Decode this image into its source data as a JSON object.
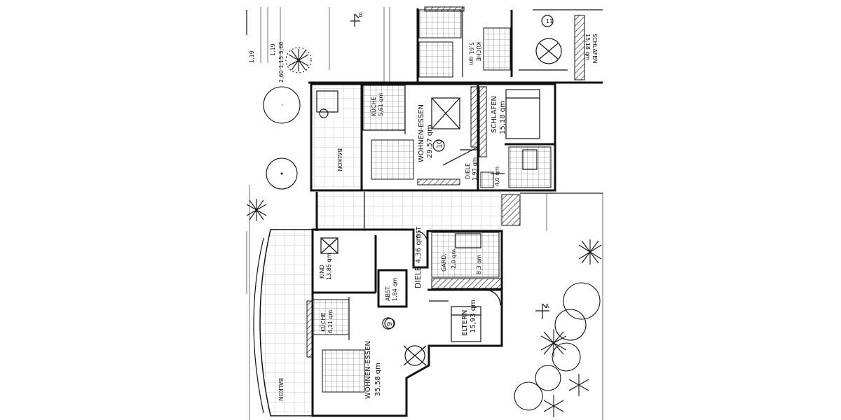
{
  "unit_10": {
    "number": "10",
    "wohnen_name": "WOHNEN-ESSEN",
    "wohnen_area": "29,57 qm",
    "kueche_name": "KÜCHE",
    "kueche_area": "5,61 qm",
    "schlafen_name": "SCHLAFEN",
    "schlafen_area": "15,18 qm",
    "diele_name": "DIELE",
    "diele_area": "1,97 qm",
    "bad_area": "4,0 qm",
    "balkon": "BALKON"
  },
  "unit_9": {
    "number": "9",
    "wohnen_name": "WOHNEN-ESSEN",
    "wohnen_area": "35,58 qm",
    "kueche_name": "KÜCHE",
    "kueche_area": "6,11 qm",
    "kind_name": "KIND",
    "kind_area": "13,85 qm",
    "abst_name": "ABST.",
    "abst_area": "1,84 qm",
    "diele_name": "DIELE",
    "diele_area": "4,36 qm",
    "eltern_name": "ELTERN",
    "eltern_area": "15,93 qm",
    "bad_area": "8,3 qm",
    "wc_area": "2,0 qm",
    "gard_name": "GARD.",
    "dst": "DST",
    "balkon": "BALKON"
  },
  "unit_11": {
    "number": "11",
    "kueche_name": "KÜCHE",
    "kueche_area": "5,61 qm",
    "schlafen_name": "SCHLAFEN",
    "schlafen_area": "15,18 qm"
  },
  "section_marks": {
    "a": "A",
    "b": "B"
  },
  "dims": {
    "top_left_1": "1,19",
    "top_left_2": "2,60  1,15  5,60",
    "top_left_3": "1,19"
  }
}
